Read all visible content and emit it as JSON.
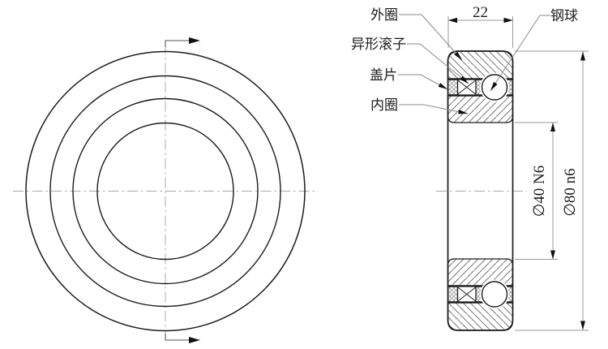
{
  "drawing_title": "ball-bearing-two-view-drawing",
  "section_view": {
    "labels": {
      "outer_ring": "外圈",
      "special_roller": "异形滚子",
      "cover_plate": "盖片",
      "inner_ring": "内圈",
      "steel_ball": "钢球"
    },
    "dimensions": {
      "width": "22",
      "bore_diameter": "∅40 N6",
      "outer_diameter": "∅80 n6"
    }
  },
  "colors": {
    "outline": "#1c1c1c",
    "hatch": "#787878",
    "crosshatch": "#8a8a8a",
    "auxiliary": "#9a9a9a",
    "background": "#ffffff"
  }
}
